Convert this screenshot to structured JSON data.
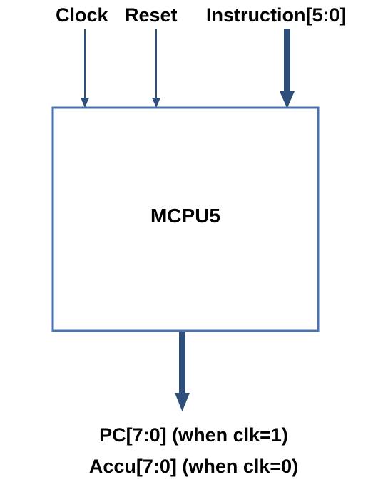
{
  "inputs": {
    "clock": "Clock",
    "reset": "Reset",
    "instruction": "Instruction[5:0]"
  },
  "block": {
    "name": "MCPU5"
  },
  "outputs": {
    "line1": "PC[7:0] (when clk=1)",
    "line2": "Accu[7:0] (when clk=0)"
  },
  "colors": {
    "arrow": "#2e4f7a",
    "box_border": "#4a72b0",
    "text": "#000000"
  }
}
